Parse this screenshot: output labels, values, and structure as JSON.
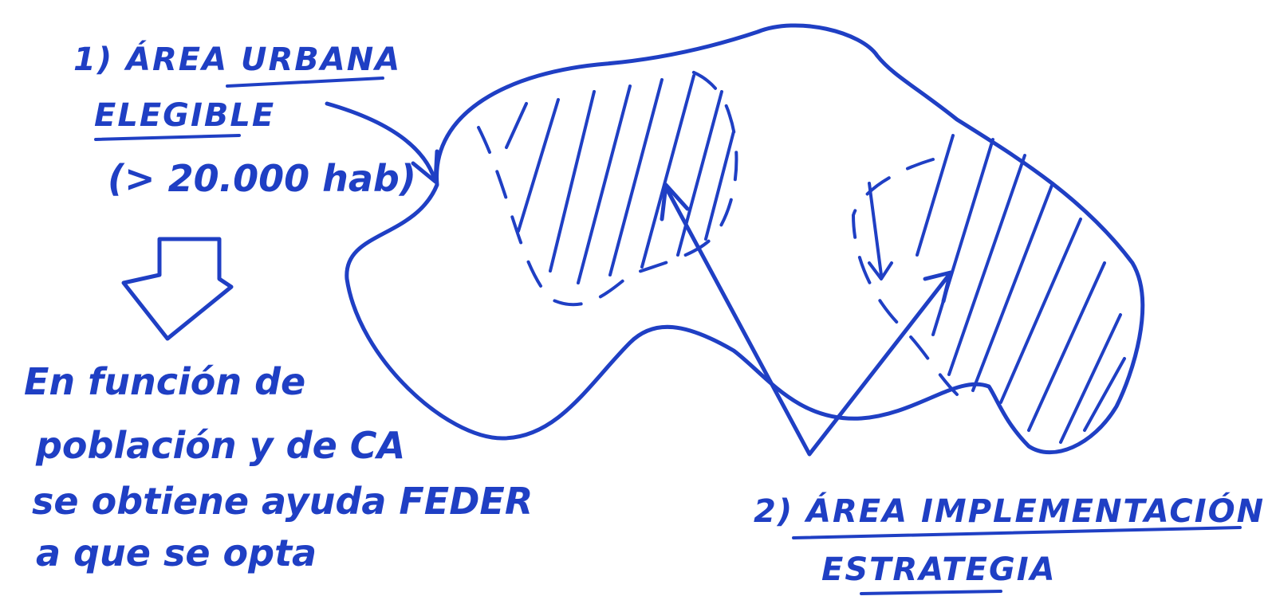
{
  "ink_color": "#1f3fc4",
  "label_1": {
    "line1": "1) ÁREA URBANA",
    "line2": "ELEGIBLE",
    "line3": "(> 20.000 hab)"
  },
  "note": {
    "line1": "En función de",
    "line2": "población y de CA",
    "line3": "se obtiene ayuda FEDER",
    "line4": "a que se opta"
  },
  "label_2": {
    "line1": "2) ÁREA IMPLEMENTACIÓN",
    "line2": "ESTRATEGIA"
  }
}
